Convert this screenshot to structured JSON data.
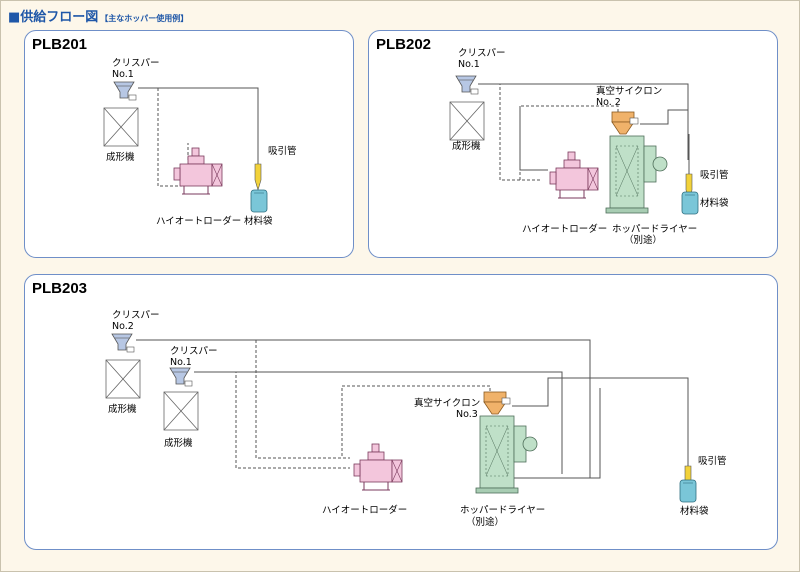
{
  "header": {
    "title": "■供給フロー図",
    "subtitle": "【主なホッパー使用例】"
  },
  "colors": {
    "accent": "#1f57a8",
    "panel_border": "#6f8fc8",
    "loader": "#f3c6dc",
    "dryer": "#bfe0c8",
    "cyclone": "#f0b26a",
    "bag": "#7ac6d8",
    "tube": "#f2d23a"
  },
  "panels": {
    "plb201": {
      "name": "PLB201",
      "crisper": "クリスパー",
      "crisper_no": "No.1",
      "molding": "成形機",
      "loader": "ハイオートローダー",
      "suction": "吸引管",
      "bag": "材料袋"
    },
    "plb202": {
      "name": "PLB202",
      "crisper": "クリスパー",
      "crisper_no": "No.1",
      "molding": "成形機",
      "cyclone": "真空サイクロン",
      "cyclone_no": "No. 2",
      "loader": "ハイオートローダー",
      "dryer": "ホッパードライヤー",
      "dryer_note": "（別途）",
      "suction": "吸引管",
      "bag": "材料袋"
    },
    "plb203": {
      "name": "PLB203",
      "crisper2": "クリスパー",
      "crisper2_no": "No.2",
      "crisper1": "クリスパー",
      "crisper1_no": "No.1",
      "molding2": "成形機",
      "molding1": "成形機",
      "cyclone": "真空サイクロン",
      "cyclone_no": "No.3",
      "loader": "ハイオートローダー",
      "dryer": "ホッパードライヤー",
      "dryer_note": "（別途）",
      "suction": "吸引管",
      "bag": "材料袋"
    }
  },
  "icon_names": [
    "crisper-hopper-icon",
    "molding-machine-icon",
    "high-auto-loader-icon",
    "vacuum-cyclone-icon",
    "hopper-dryer-icon",
    "suction-pipe-icon",
    "material-bag-icon"
  ]
}
